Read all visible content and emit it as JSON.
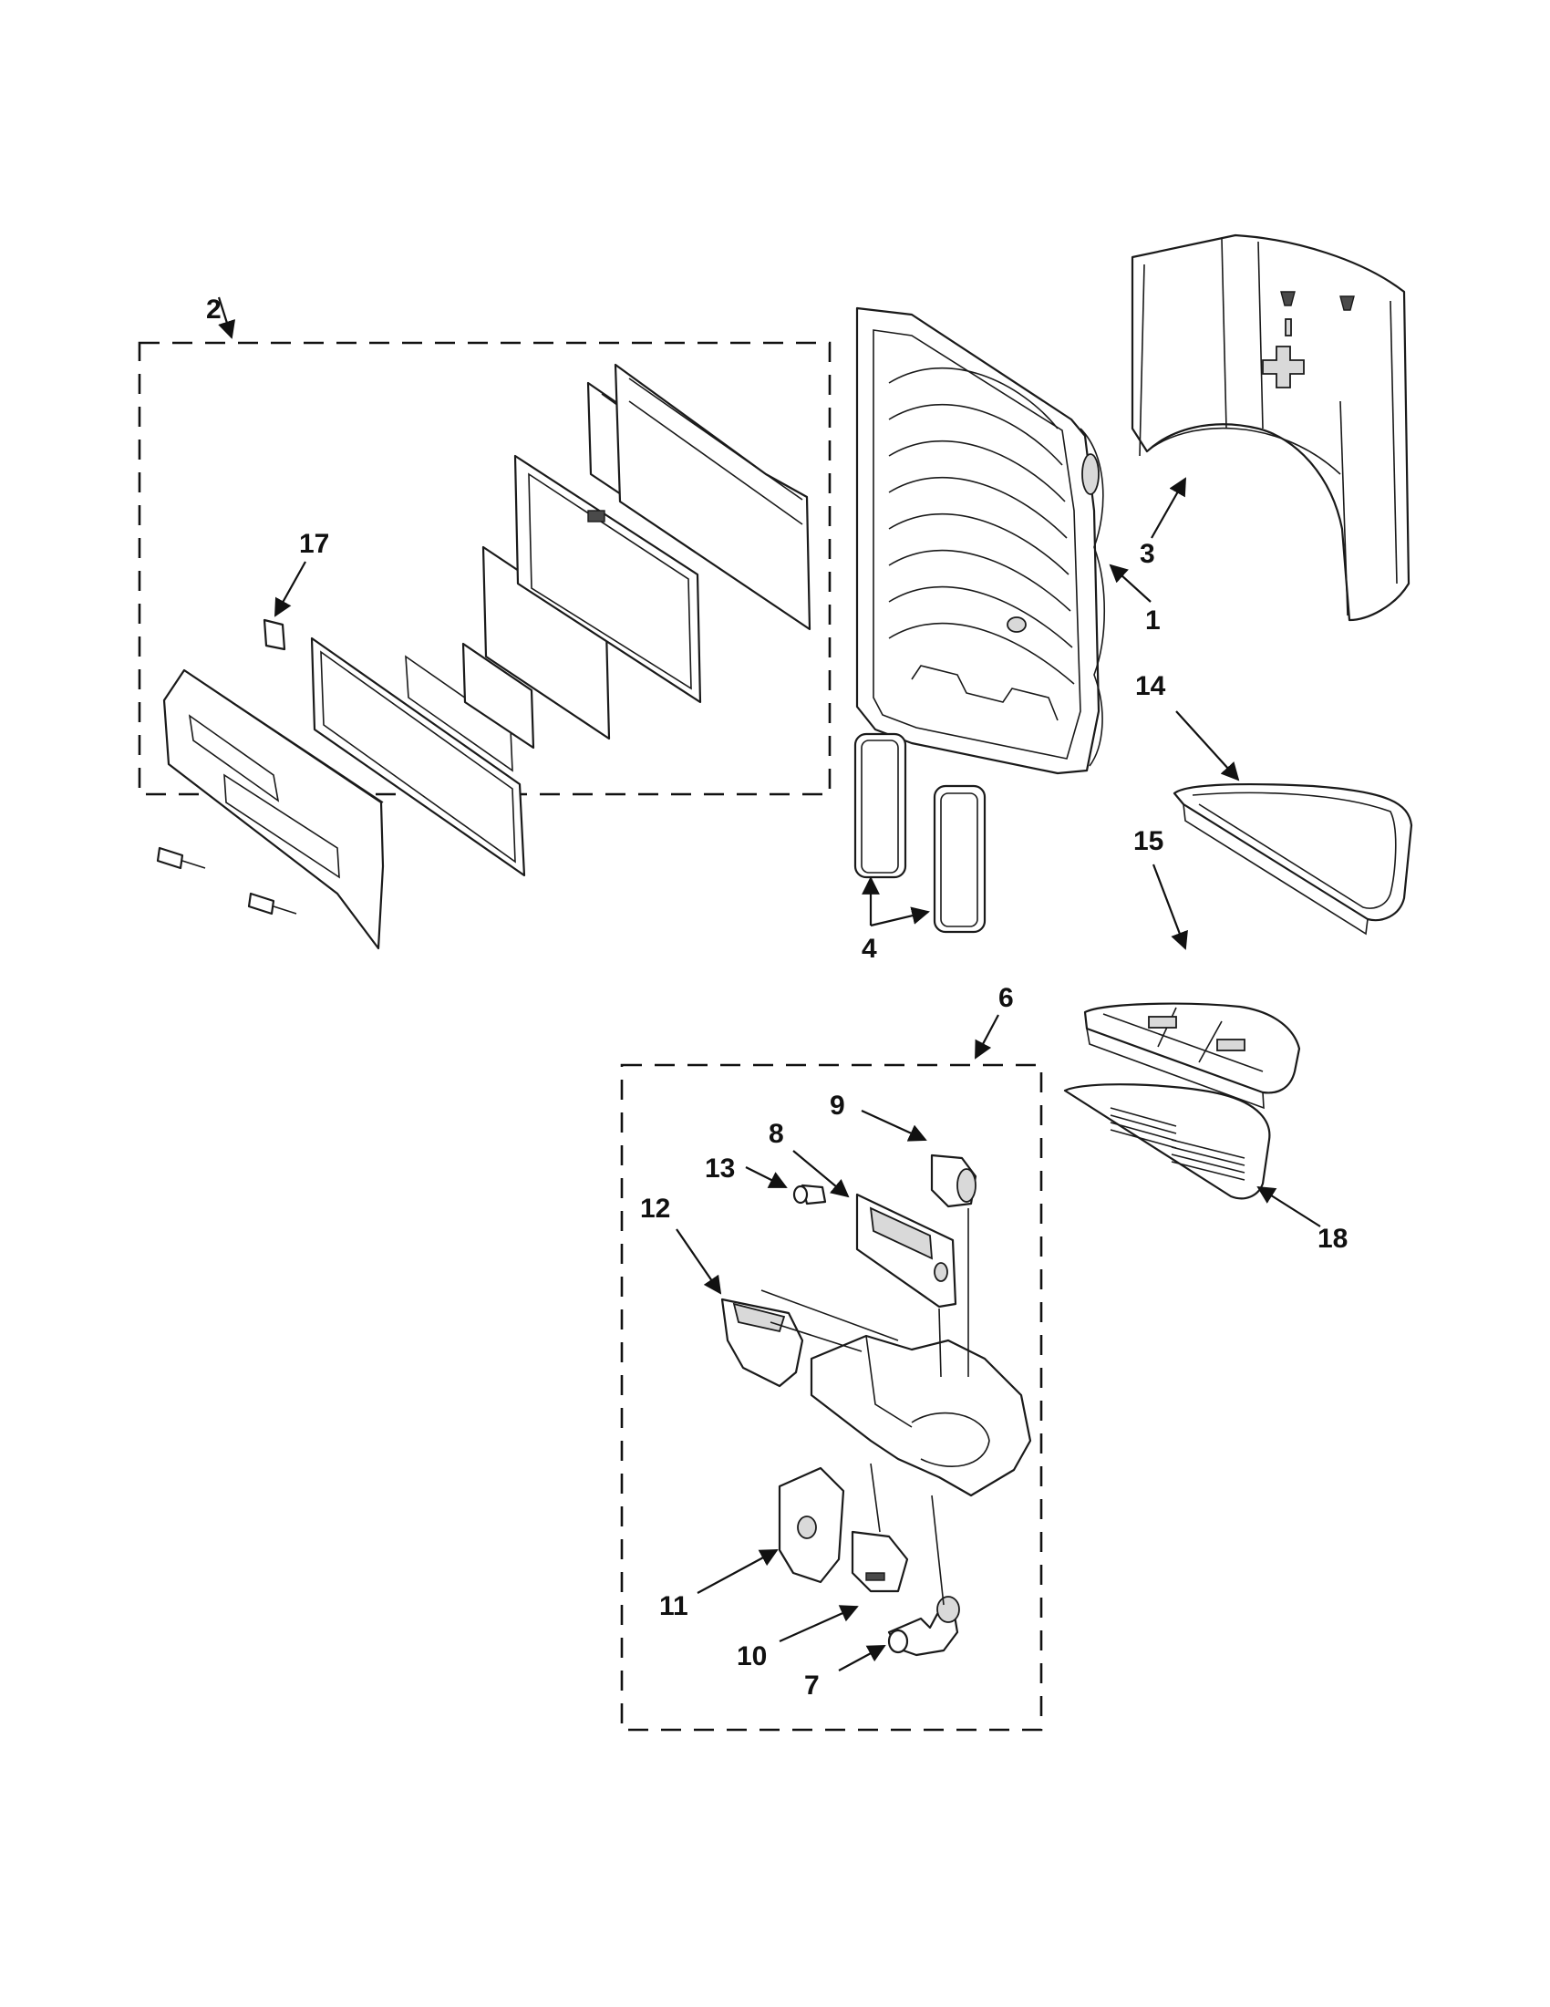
{
  "callouts": {
    "c1": "1",
    "c2": "2",
    "c3": "3",
    "c4": "4",
    "c6": "6",
    "c7": "7",
    "c8": "8",
    "c9": "9",
    "c10": "10",
    "c11": "11",
    "c12": "12",
    "c13": "13",
    "c14": "14",
    "c15": "15",
    "c17": "17",
    "c18": "18"
  }
}
